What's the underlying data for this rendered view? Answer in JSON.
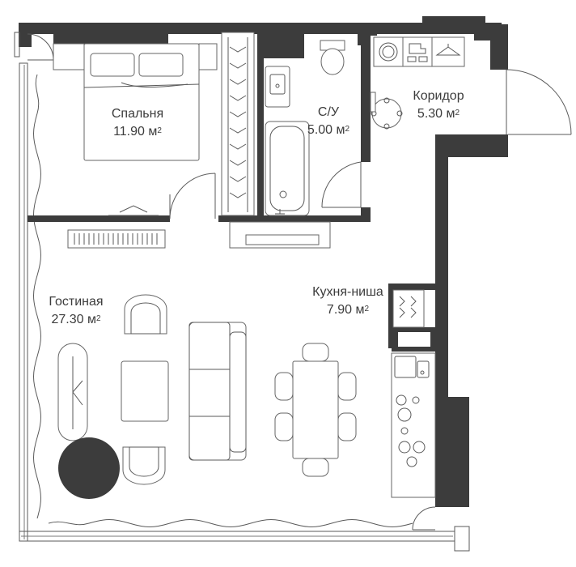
{
  "colors": {
    "wall": "#3c3c3c",
    "line": "#666666",
    "background": "#ffffff"
  },
  "rooms": {
    "bedroom": {
      "name": "Спальня",
      "area_value": "11.90 м",
      "area_sup": "2"
    },
    "bathroom": {
      "name": "С/У",
      "area_value": "5.00 м",
      "area_sup": "2"
    },
    "corridor": {
      "name": "Коридор",
      "area_value": "5.30 м",
      "area_sup": "2"
    },
    "kitchen": {
      "name": "Кухня-ниша",
      "area_value": "7.90 м",
      "area_sup": "2"
    },
    "living": {
      "name": "Гостиная",
      "area_value": "27.30 м",
      "area_sup": "2"
    }
  },
  "icons": [
    "bed-icon",
    "wardrobe-icon",
    "sink-icon",
    "toilet-icon",
    "bathtub-icon",
    "washing-machine-icon",
    "shoe-rack-icon",
    "hanger-icon",
    "coat-rack-icon",
    "cooktop-icon",
    "kitchen-sink-icon",
    "sofa-icon",
    "dining-table-icon",
    "armchair-icon",
    "coffee-table-icon",
    "tv-console-icon",
    "radiator-icon",
    "round-rug-icon"
  ]
}
